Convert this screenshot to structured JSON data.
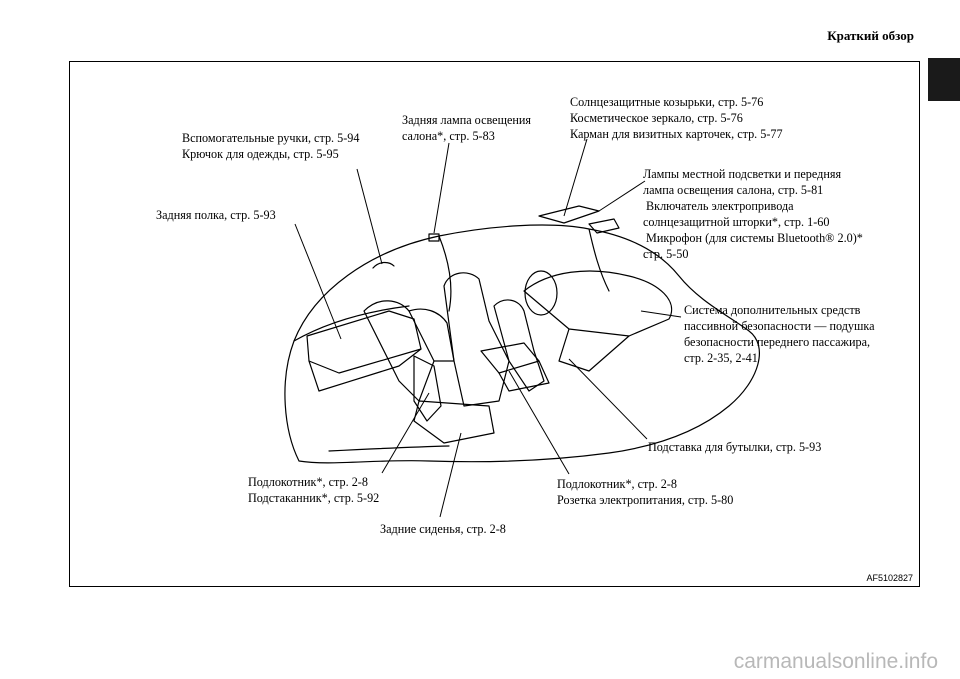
{
  "header": {
    "title": "Краткий обзор"
  },
  "figure": {
    "id": "AF5102827",
    "callouts": {
      "assist_grips": [
        "Вспомогательные ручки, стр. 5-94",
        "Крючок для одежды, стр. 5-95"
      ],
      "rear_room_lamp": [
        "Задняя лампа освещения",
        "салона*, стр. 5-83"
      ],
      "sun_visors": [
        "Солнцезащитные козырьки, стр. 5-76",
        "Косметическое зеркало, стр. 5-76",
        "Карман для визитных карточек, стр. 5-77"
      ],
      "map_lamps": [
        "Лампы местной подсветки и передняя",
        "лампа освещения салона, стр. 5-81",
        " Включатель электропривода",
        "солнцезащитной шторки*, стр. 1-60",
        " Микрофон (для системы Bluetooth® 2.0)*",
        "стр. 5-50"
      ],
      "rear_shelf": [
        "Задняя полка, стр. 5-93"
      ],
      "airbag": [
        "Система дополнительных средств",
        "пассивной безопасности — подушка",
        "безопасности переднего пассажира,",
        "стр. 2-35, 2-41"
      ],
      "bottle_holder": [
        "Подставка для бутылки, стр. 5-93"
      ],
      "rear_armrest": [
        "Подлокотник*, стр. 2-8",
        "Подстаканник*, стр. 5-92"
      ],
      "front_armrest": [
        "Подлокотник*, стр. 2-8",
        "Розетка электропитания, стр. 5-80"
      ],
      "rear_seats": [
        "Задние сиденья, стр. 2-8"
      ]
    }
  },
  "watermark": "carmanualsonline.info"
}
